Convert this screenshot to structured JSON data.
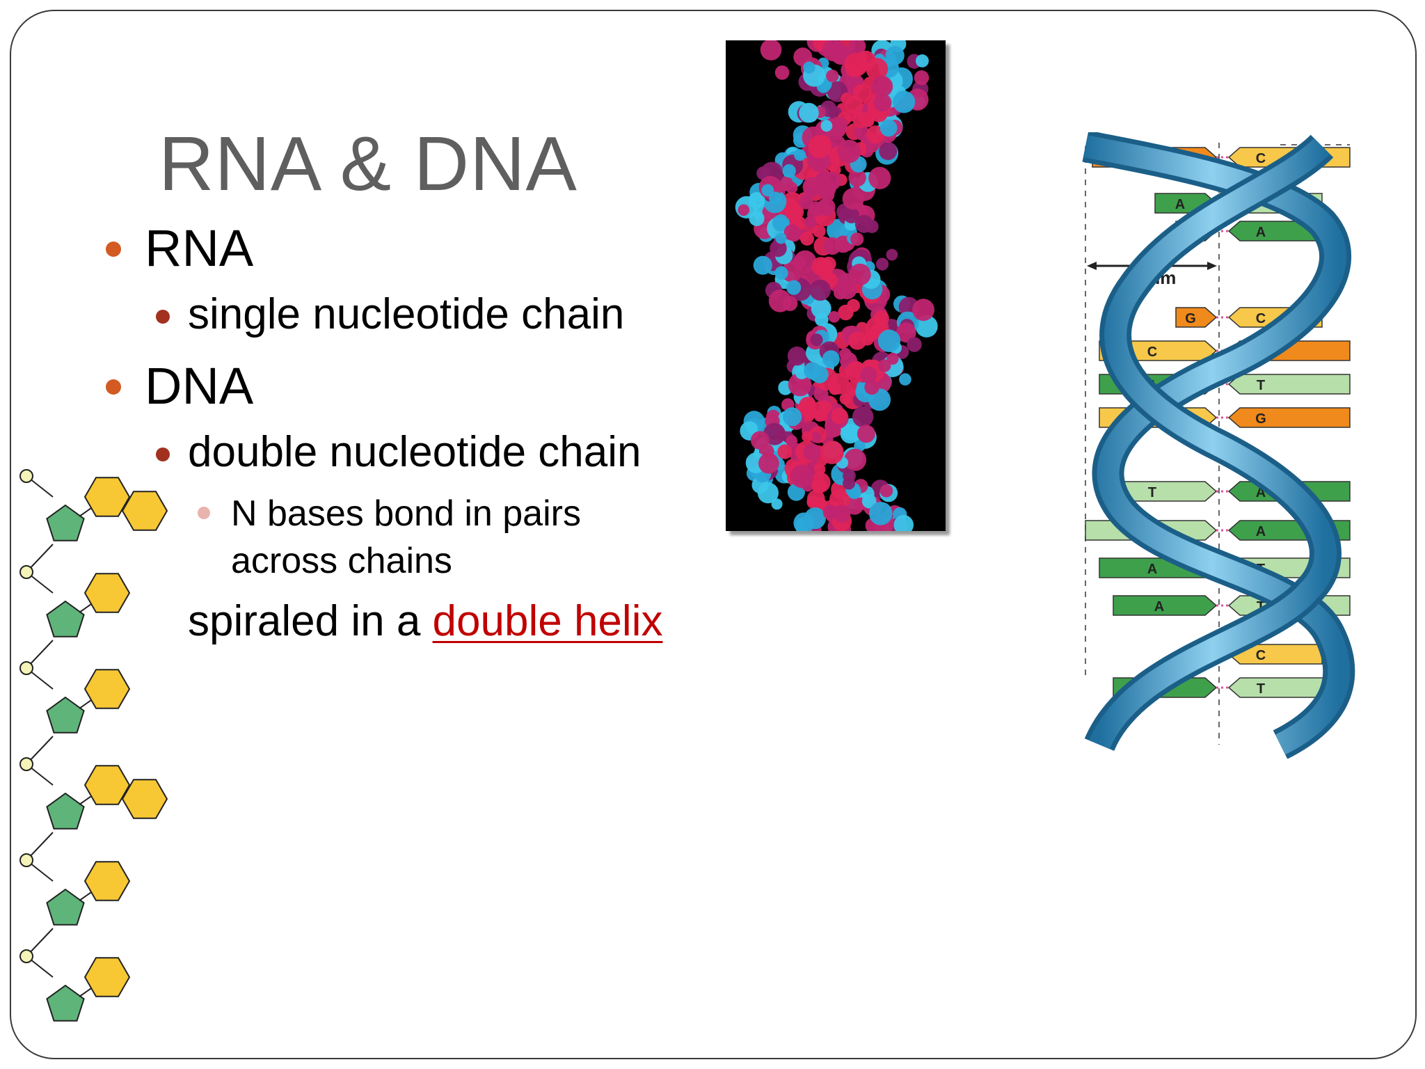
{
  "slide": {
    "title": "RNA & DNA",
    "bullets": {
      "rna": {
        "label": "RNA",
        "sub": "single nucleotide chain"
      },
      "dna": {
        "label": "DNA",
        "sub": "double nucleotide chain",
        "subsub_line1": "N bases bond in pairs",
        "subsub_line2": "across chains",
        "continuation_prefix": "spiraled in a ",
        "continuation_link": "double helix"
      }
    }
  },
  "diagram": {
    "scale_label": "1 nm",
    "base_pairs": [
      {
        "left": "G",
        "right": "C"
      },
      {
        "left": "A",
        "right": ""
      },
      {
        "left": "",
        "right": "A"
      },
      {
        "left": "G",
        "right": "C"
      },
      {
        "left": "C",
        "right": "G"
      },
      {
        "left": "A",
        "right": "T"
      },
      {
        "left": "C",
        "right": "G"
      },
      {
        "left": "T",
        "right": "A"
      },
      {
        "left": "",
        "right": "A"
      },
      {
        "left": "A",
        "right": "T"
      },
      {
        "left": "A",
        "right": "T"
      },
      {
        "left": "G",
        "right": "C"
      },
      {
        "left": "A",
        "right": "T"
      }
    ]
  },
  "colors": {
    "title": "#5f5f5f",
    "bullet_l1": "#d35a22",
    "bullet_l2": "#a2311f",
    "bullet_l3": "#e9b3ae",
    "link": "#c00000",
    "helix_backbone": "#2e86b8",
    "base_orange": "#f08a1c",
    "base_yellow": "#f7c84a",
    "base_green": "#3fa04c",
    "base_lightgreen": "#b7dfa9",
    "hexagon": "#f7c834",
    "pentagon": "#5fb47a"
  }
}
